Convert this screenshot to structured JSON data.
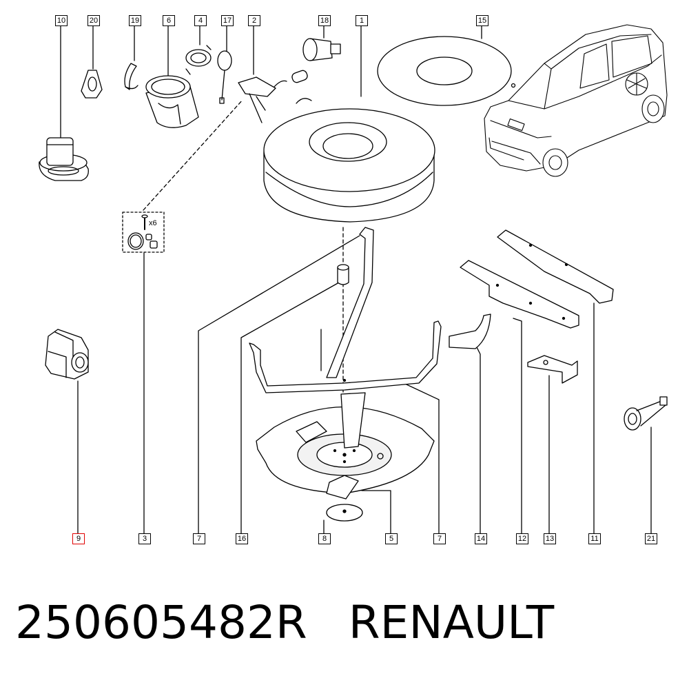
{
  "callouts": {
    "c10": "10",
    "c20": "20",
    "c19": "19",
    "c6": "6",
    "c4": "4",
    "c17": "17",
    "c2": "2",
    "c18": "18",
    "c1": "1",
    "c15": "15",
    "b9": "9",
    "b3": "3",
    "b7a": "7",
    "b16": "16",
    "b8": "8",
    "b5": "5",
    "b7b": "7",
    "b14": "14",
    "b12": "12",
    "b13": "13",
    "b11": "11",
    "b21": "21"
  },
  "kit_label": "x6",
  "caption": {
    "part_number": "250605482R",
    "brand": "RENAULT"
  },
  "colors": {
    "line": "#000000",
    "highlight": "#e00000",
    "fill": "#ffffff",
    "shade": "#e6e6e6"
  }
}
